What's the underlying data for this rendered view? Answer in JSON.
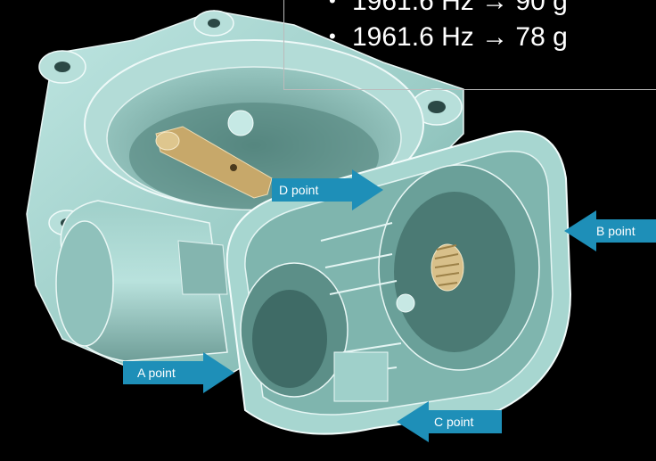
{
  "bullets": [
    {
      "text": "1961.6 Hz → 90 g"
    },
    {
      "text": "1961.6 Hz → 78 g"
    }
  ],
  "points": {
    "a": "A point",
    "b": "B point",
    "c": "C point",
    "d": "D point"
  },
  "colors": {
    "background": "#000000",
    "body": "#a8d6d1",
    "edges": "#eaf7f5",
    "arrow": "#1e8fb8",
    "shaft": "#c7a86a"
  }
}
